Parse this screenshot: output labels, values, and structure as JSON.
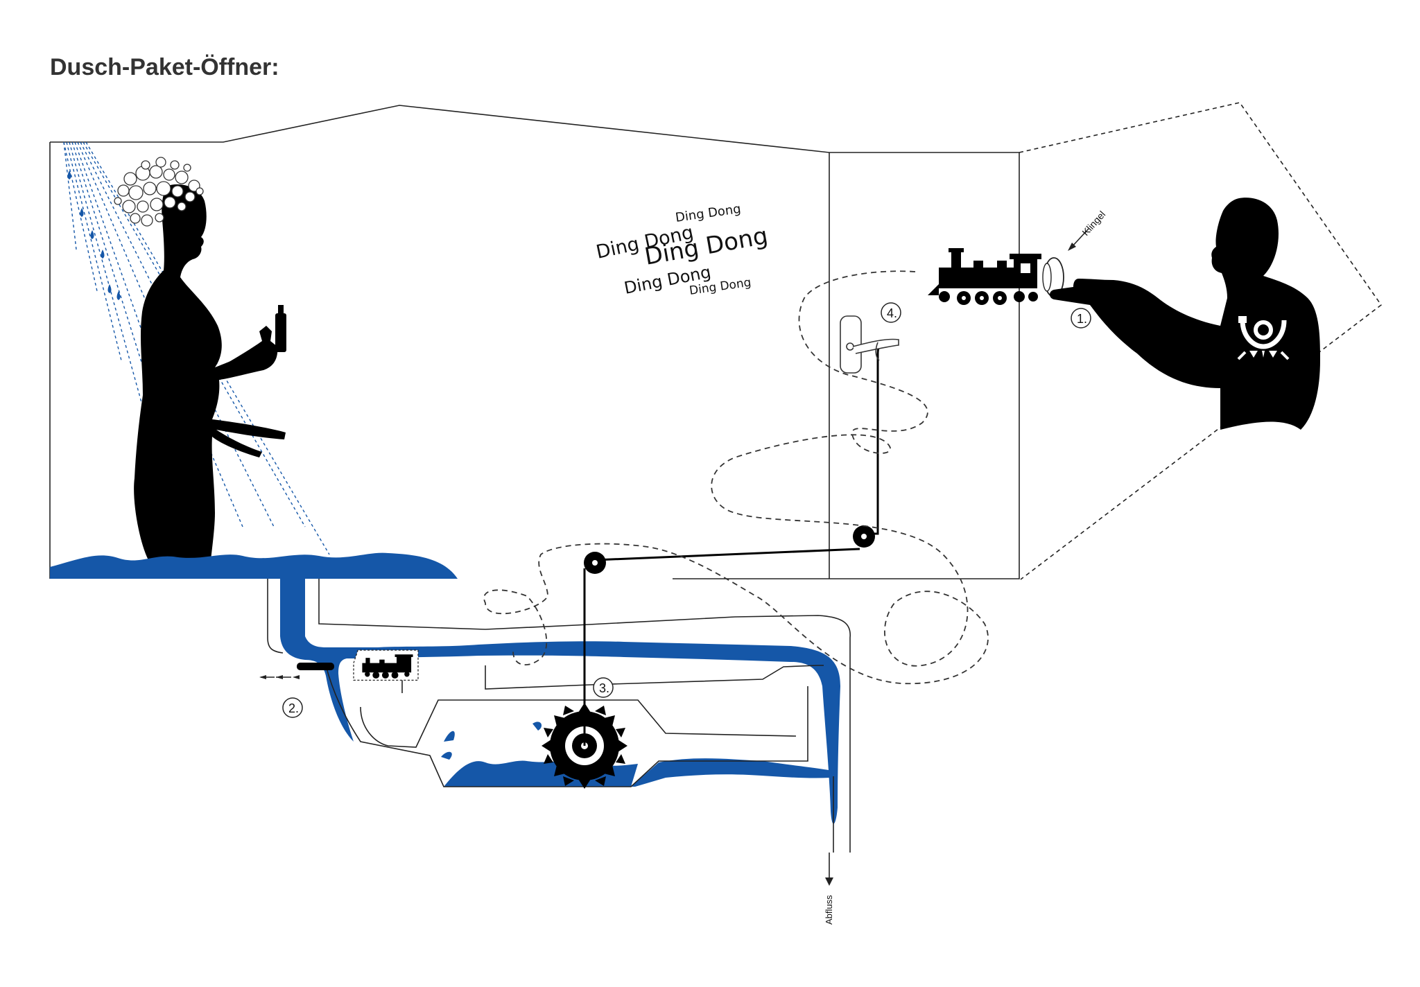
{
  "title": "Dusch-Paket-Öffner:",
  "colors": {
    "water": "#1557A8",
    "ink": "#000000",
    "line": "#222222"
  },
  "ding_dong": [
    "Ding Dong",
    "Ding Dong",
    "Ding Dong",
    "Ding Dong",
    "Ding Dong"
  ],
  "labels": {
    "step1": "1.",
    "step2": "2.",
    "step3": "3.",
    "step4": "4.",
    "klingel": "Klingel",
    "abfluss": "Abfluss"
  },
  "icons": [
    "shower-icon",
    "woman-silhouette-icon",
    "train-icon",
    "bell-button-icon",
    "postman-silhouette-icon",
    "post-horn-icon",
    "door-handle-icon",
    "pulley-icon",
    "water-wheel-icon"
  ]
}
